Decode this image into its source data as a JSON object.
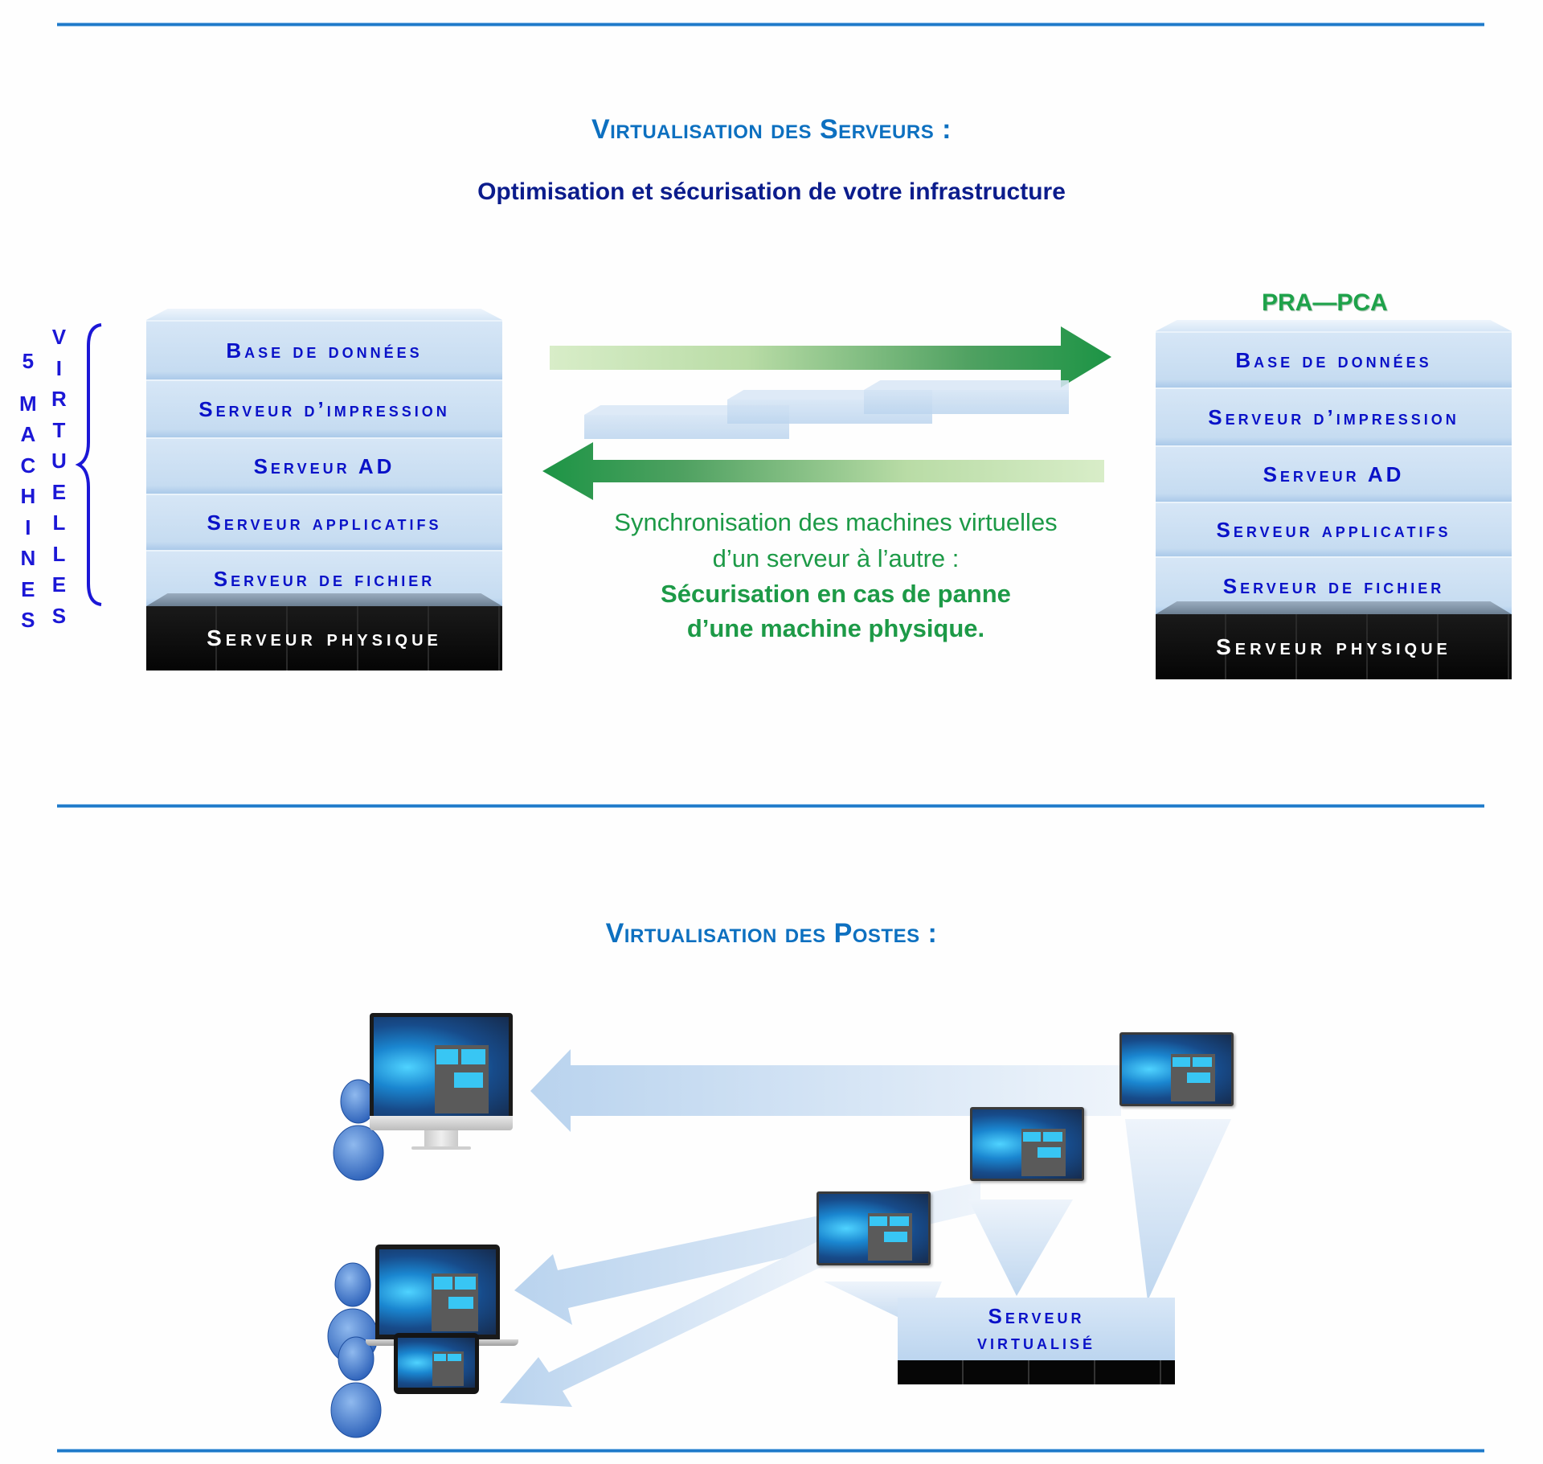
{
  "section_servers": {
    "title": "Virtualisation des Serveurs :",
    "subtitle": "Optimisation et sécurisation de votre infrastructure",
    "vm_count_label": {
      "column1": [
        "5",
        "M",
        "A",
        "C",
        "H",
        "I",
        "N",
        "E",
        "S"
      ],
      "column2": [
        "V",
        "I",
        "R",
        "T",
        "U",
        "E",
        "L",
        "L",
        "E",
        "S"
      ],
      "full_text": "5 MACHINES VIRTUELLES"
    },
    "left_stack": {
      "virtual_layers": [
        "Base de données",
        "Serveur d’impression",
        "Serveur AD",
        "Serveur applicatifs",
        "Serveur de fichier"
      ],
      "physical": "Serveur  physique"
    },
    "right_stack": {
      "label": "PRA—PCA",
      "virtual_layers": [
        "Base de données",
        "Serveur d’impression",
        "Serveur AD",
        "Serveur applicatifs",
        "Serveur de fichier"
      ],
      "physical": "Serveur  physique"
    },
    "sync_caption": {
      "line1": "Synchronisation des machines virtuelles",
      "line2": "d’un serveur à l’autre :",
      "line3": "Sécurisation en cas de panne",
      "line4": "d’une machine physique."
    },
    "colors": {
      "arrow_green": "#1e9446",
      "arrow_light": "#d7ecc7",
      "layer_text": "#0a12c8",
      "title_blue": "#0d70c0",
      "subtitle_navy": "#0b1c8c"
    }
  },
  "section_postes": {
    "title": "Virtualisation des Postes :",
    "clients": [
      {
        "device": "desktop-monitor",
        "icon": "user-icon"
      },
      {
        "device": "laptop",
        "icon": "user-icon"
      },
      {
        "device": "tablet",
        "icon": "user-icon"
      }
    ],
    "virtual_desktops": 3,
    "server_label_line1": "Serveur",
    "server_label_line2": "virtualisé"
  }
}
